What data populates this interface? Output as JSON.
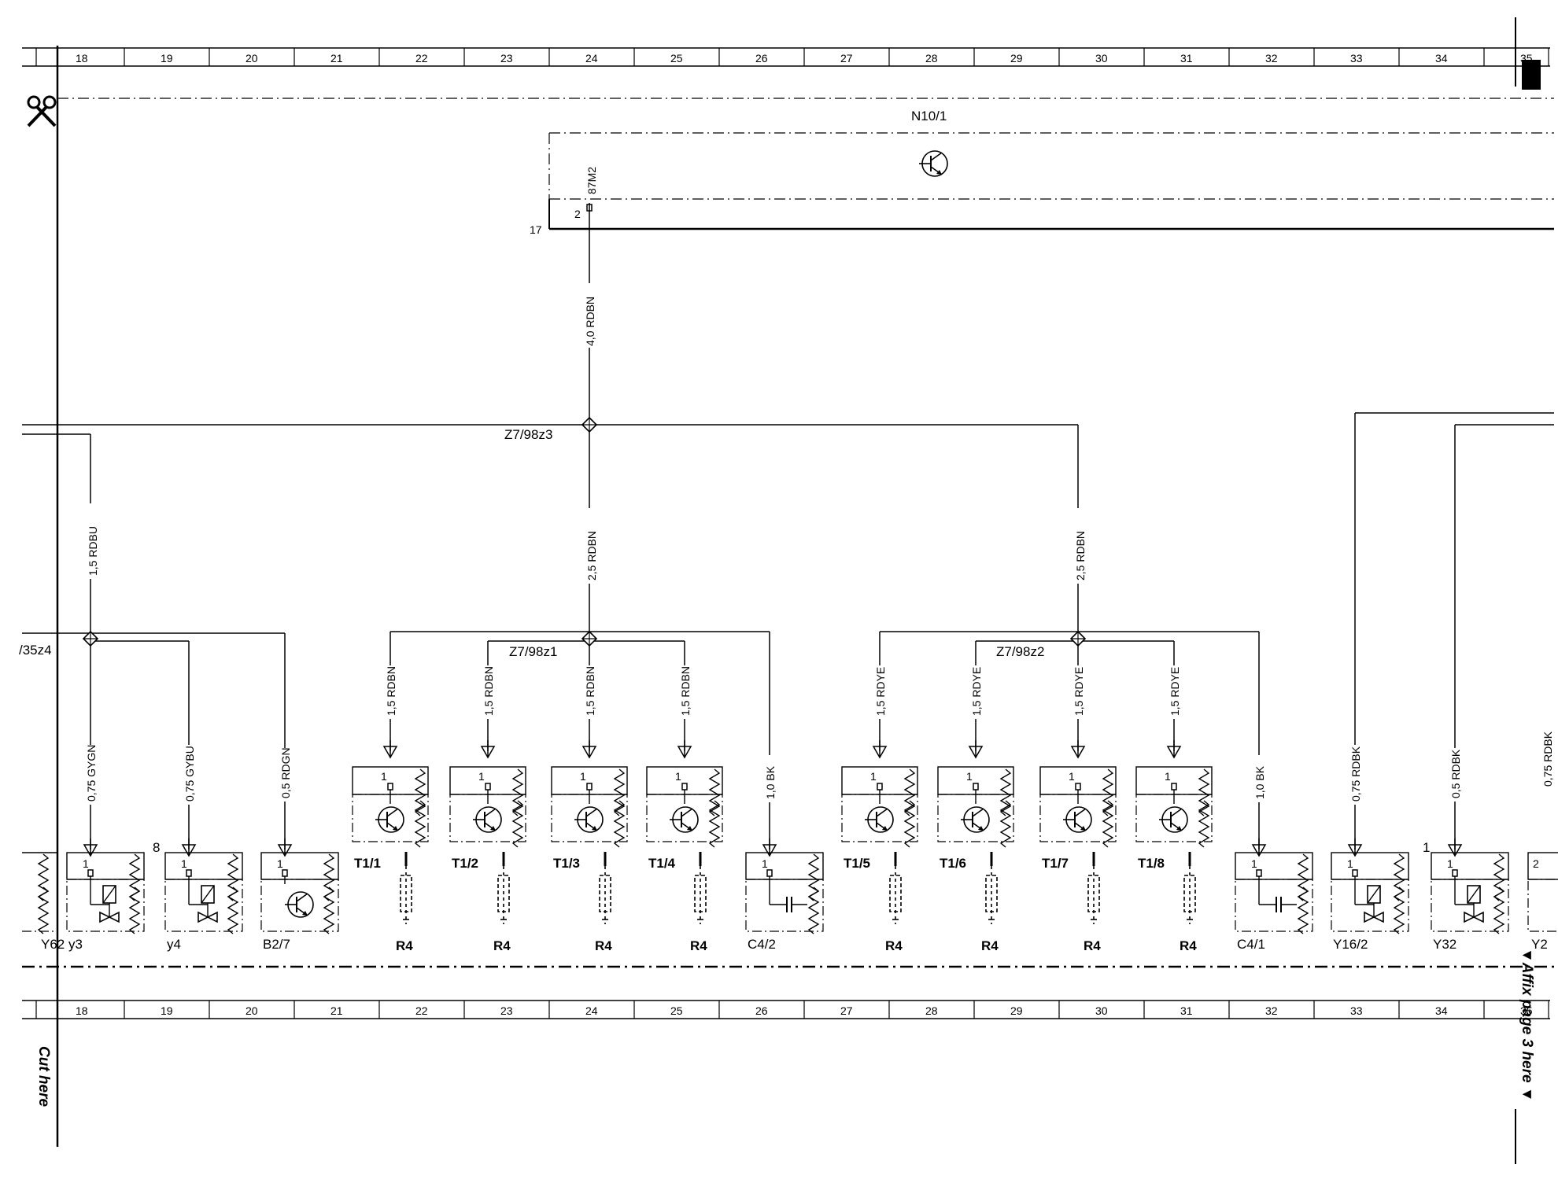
{
  "ruler_numbers": [
    "18",
    "19",
    "20",
    "21",
    "22",
    "23",
    "24",
    "25",
    "26",
    "27",
    "28",
    "29",
    "30",
    "31",
    "32",
    "33",
    "34",
    "35"
  ],
  "control_unit": {
    "label": "N10/1",
    "pin_label": "87M2",
    "pin_number": "2",
    "line_number": "17"
  },
  "main_wire": {
    "label": "4,0 RDBN"
  },
  "splices": {
    "z3": {
      "label": "Z7/98z3"
    },
    "z1": {
      "label": "Z7/98z1"
    },
    "z2": {
      "label": "Z7/98z2"
    },
    "z4": {
      "label": "/35z4"
    }
  },
  "branch_wires": {
    "left_z4": "1,5 RDBU",
    "to_z1": "2,5 RDBN",
    "to_z2": "2,5 RDBN"
  },
  "wires": {
    "y3": "0,75 GYGN",
    "y4": "0,75 GYBU",
    "b27": "0,5 RDGN",
    "t11": "1,5 RDBN",
    "t12": "1,5 RDBN",
    "t13": "1,5 RDBN",
    "t14": "1,5 RDBN",
    "c42": "1,0 BK",
    "t15": "1,5 RDYE",
    "t16": "1,5 RDYE",
    "t17": "1,5 RDYE",
    "t18": "1,5 RDYE",
    "c41": "1,0 BK",
    "y162": "0,75 RDBK",
    "y32": "0,5 RDBK",
    "partial": "0,75 RDBK"
  },
  "components": {
    "y62": "Y62",
    "y3": "y3",
    "y4": "y4",
    "b27": "B2/7",
    "t11": "T1/1",
    "t12": "T1/2",
    "t13": "T1/3",
    "t14": "T1/4",
    "c42": "C4/2",
    "t15": "T1/5",
    "t16": "T1/6",
    "t17": "T1/7",
    "t18": "T1/8",
    "c41": "C4/1",
    "y162": "Y16/2",
    "y32": "Y32",
    "partial": "Y2"
  },
  "resistor_label": "R4",
  "pin_one": "1",
  "pin_two": "2",
  "pin_eight": "8",
  "cut_text": "Cut here",
  "affix_text": "▼Affix page 3 here ▼"
}
